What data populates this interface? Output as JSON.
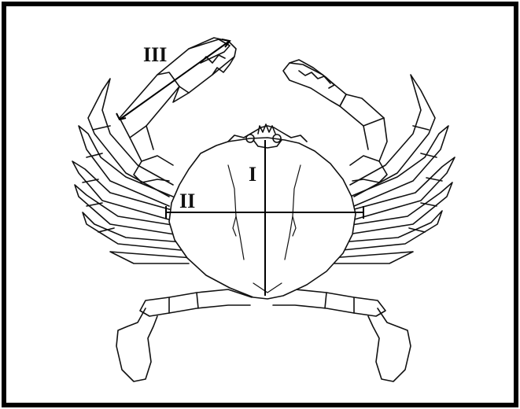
{
  "figure": {
    "labels": {
      "carapace_length": "I",
      "carapace_width": "II",
      "claw_length": "III"
    },
    "colors": {
      "frame": "#000000",
      "ink": "#111111",
      "background": "#ffffff"
    }
  }
}
